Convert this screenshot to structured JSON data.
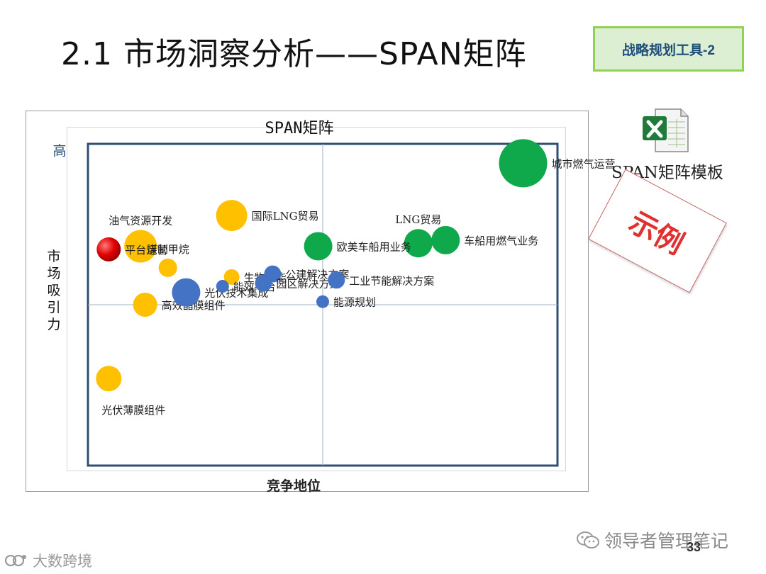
{
  "slide": {
    "title": "2.1 市场洞察分析——SPAN矩阵",
    "tool_badge": "战略规划工具-2",
    "page_number": "33"
  },
  "attachment": {
    "icon": "excel-file-icon",
    "label": "SPAN矩阵模板"
  },
  "stamp": {
    "text": "示例",
    "color": "#e03030"
  },
  "watermarks": {
    "right": "领导者管理笔记",
    "left": "大数跨境"
  },
  "chart_data": {
    "type": "scatter",
    "title": "SPAN矩阵",
    "xlabel": "竞争地位",
    "ylabel": "市场吸引力",
    "ylabel_high": "高",
    "xlim": [
      0,
      10
    ],
    "ylim": [
      0,
      10
    ],
    "quadrant_split": {
      "x": 5,
      "y": 5
    },
    "grid": false,
    "colors": {
      "green": "#0fa84a",
      "yellow": "#ffc000",
      "blue": "#4472c4",
      "red": "#e00000"
    },
    "points": [
      {
        "name": "城市燃气运营",
        "x": 9.4,
        "y": 9.6,
        "size": 34,
        "color": "green",
        "label_pos": "right"
      },
      {
        "name": "LNG贸易",
        "x": 7.1,
        "y": 7.0,
        "size": 20,
        "color": "green",
        "label_pos": "top"
      },
      {
        "name": "车船用燃气业务",
        "x": 7.7,
        "y": 7.1,
        "size": 20,
        "color": "green",
        "label_pos": "right"
      },
      {
        "name": "欧美车船用业务",
        "x": 4.9,
        "y": 6.9,
        "size": 20,
        "color": "green",
        "label_pos": "right"
      },
      {
        "name": "国际LNG贸易",
        "x": 3.0,
        "y": 7.9,
        "size": 22,
        "color": "yellow",
        "label_pos": "right"
      },
      {
        "name": "油气资源开发",
        "x": 1.0,
        "y": 6.9,
        "size": 23,
        "color": "yellow",
        "label_pos": "top"
      },
      {
        "name": "煤制甲烷",
        "x": 1.6,
        "y": 6.2,
        "size": 13,
        "color": "yellow",
        "label_pos": "top"
      },
      {
        "name": "平台运营",
        "x": 0.3,
        "y": 6.8,
        "size": 17,
        "color": "red",
        "label_pos": "right"
      },
      {
        "name": "生物质能",
        "x": 3.0,
        "y": 5.9,
        "size": 11,
        "color": "yellow",
        "label_pos": "right"
      },
      {
        "name": "高效晶膜组件",
        "x": 1.1,
        "y": 5.0,
        "size": 17,
        "color": "yellow",
        "label_pos": "right"
      },
      {
        "name": "光伏薄膜组件",
        "x": 0.3,
        "y": 2.6,
        "size": 18,
        "color": "yellow",
        "label_pos": "bottom"
      },
      {
        "name": "光伏技术集成",
        "x": 2.0,
        "y": 5.4,
        "size": 20,
        "color": "blue",
        "label_pos": "right"
      },
      {
        "name": "能效平台",
        "x": 2.8,
        "y": 5.6,
        "size": 9,
        "color": "blue",
        "label_pos": "right"
      },
      {
        "name": "公建解决方案",
        "x": 3.9,
        "y": 6.0,
        "size": 12,
        "color": "blue",
        "label_pos": "right"
      },
      {
        "name": "园区解决方案",
        "x": 3.7,
        "y": 5.7,
        "size": 12,
        "color": "blue",
        "label_pos": "right"
      },
      {
        "name": "工业节能解决方案",
        "x": 5.3,
        "y": 5.8,
        "size": 12,
        "color": "blue",
        "label_pos": "right"
      },
      {
        "name": "能源规划",
        "x": 5.0,
        "y": 5.1,
        "size": 9,
        "color": "blue",
        "label_pos": "right"
      }
    ]
  }
}
